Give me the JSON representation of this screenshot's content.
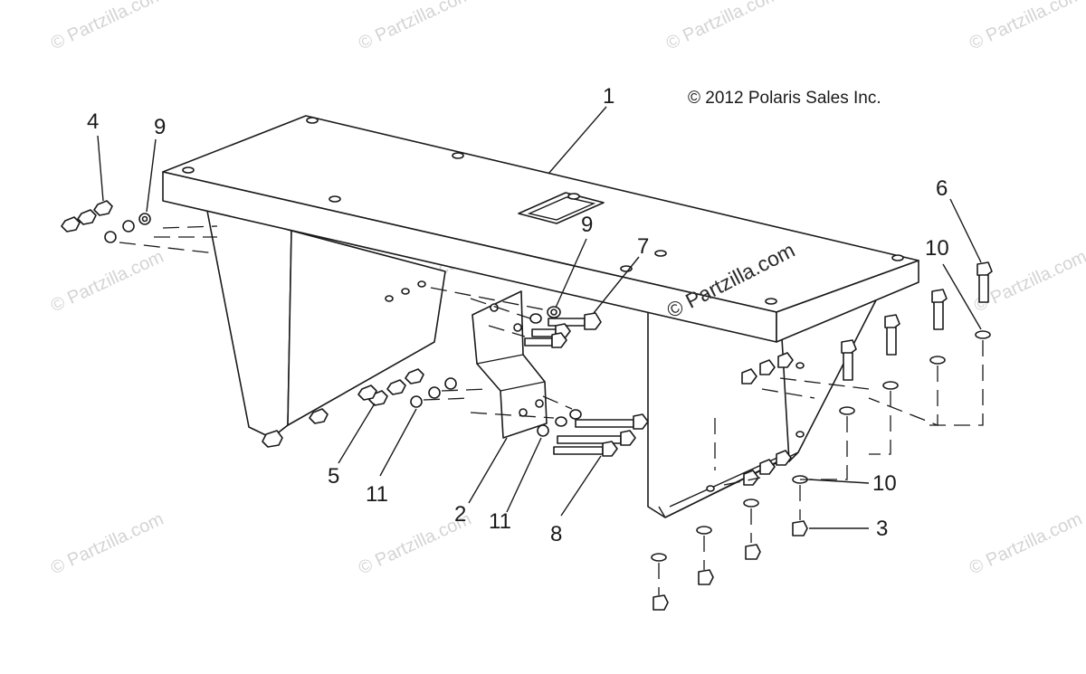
{
  "copyright": "© 2012 Polaris Sales Inc.",
  "watermark": {
    "text": "© Partzilla.com",
    "color": "#d4d4d4"
  },
  "callouts": {
    "c1": "1",
    "c2": "2",
    "c3": "3",
    "c4": "4",
    "c5": "5",
    "c6": "6",
    "c7": "7",
    "c8": "8",
    "c9a": "9",
    "c9b": "9",
    "c10a": "10",
    "c10b": "10",
    "c11a": "11",
    "c11b": "11"
  }
}
